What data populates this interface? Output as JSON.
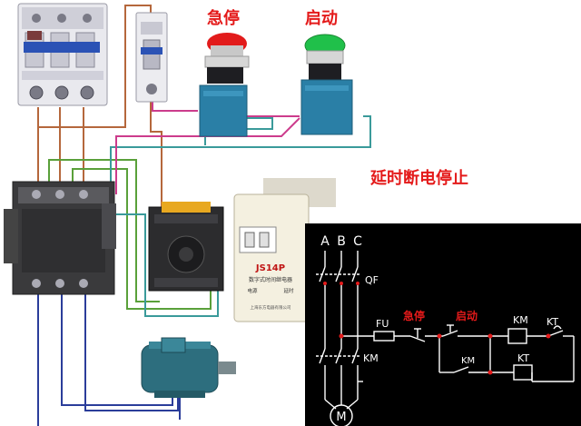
{
  "labels": {
    "estop": "急停",
    "start": "启动",
    "title": "延时断电停止"
  },
  "relay": {
    "model": "JS14P",
    "name": "数字式时间继电器",
    "maker": "上海东方电器有限公司",
    "left": "电源",
    "right": "延时"
  },
  "schematic": {
    "phase_a": "A",
    "phase_b": "B",
    "phase_c": "C",
    "qf": "QF",
    "fu": "FU",
    "estop": "急停",
    "start": "启动",
    "km_coil": "KM",
    "kt_contact": "KT",
    "km_main": "KM",
    "km_hold": "KM",
    "kt_coil": "KT",
    "motor": "M"
  },
  "colors": {
    "bg": "#ffffff",
    "schematic_bg": "#000000",
    "title_red": "#e41a1a",
    "wire_brown": "#b5673c",
    "wire_green": "#5aa03a",
    "wire_blue": "#2b3d9a",
    "wire_magenta": "#cc3c8c",
    "wire_teal": "#3a9a9a"
  }
}
